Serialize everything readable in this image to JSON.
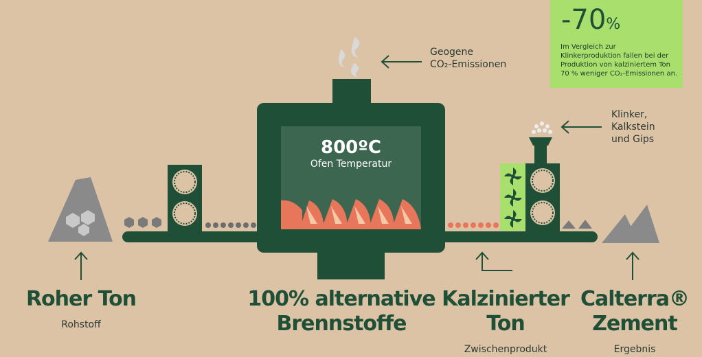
{
  "stats": {
    "percent": "-70",
    "percent_sign": "%",
    "description": "Im Vergleich zur Klinkerproduktion fallen bei der Produktion von kalziniertem Ton 70 % weniger CO₂-Emissionen an."
  },
  "oven": {
    "temperature": "800ºC",
    "temperature_label": "Ofen Temperatur"
  },
  "annotations": {
    "geogene_line1": "Geogene",
    "geogene_line2": "CO₂-Emissionen",
    "klinker_line1": "Klinker,",
    "klinker_line2": "Kalkstein",
    "klinker_line3": "und Gips"
  },
  "stages": {
    "raw_title": "Roher Ton",
    "raw_sub": "Rohstoff",
    "fuel_line1": "100% alternative",
    "fuel_line2": "Brennstoffe",
    "calcined_line1": "Kalzinierter",
    "calcined_line2": "Ton",
    "calcined_sub": "Zwischenprodukt",
    "cement_line1": "Calterra®",
    "cement_line2": "Zement",
    "cement_sub": "Ergebnis"
  },
  "colors": {
    "background": "#dcc3a6",
    "dark_green": "#1f4f36",
    "oven_window": "#3d6651",
    "flame": "#e8765a",
    "lime": "#a9e06d",
    "rock_grey": "#8a8a8a"
  }
}
